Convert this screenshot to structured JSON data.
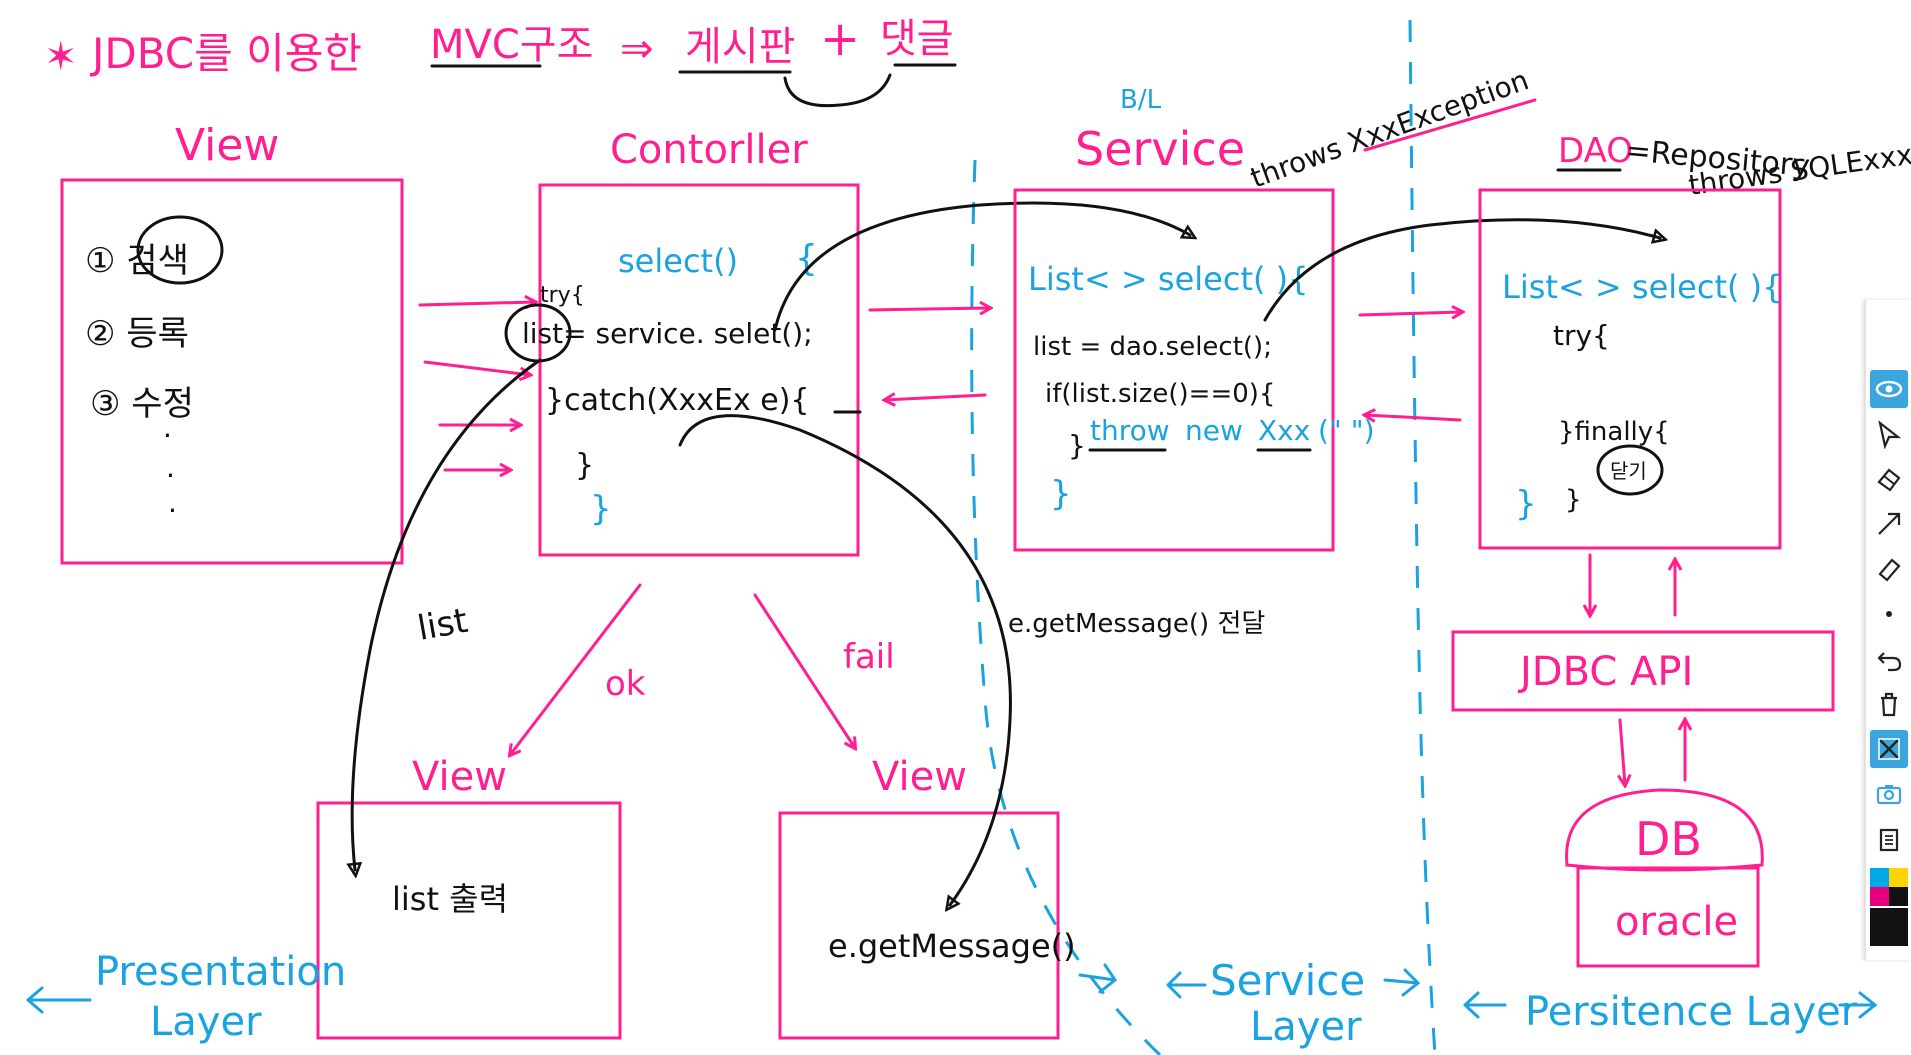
{
  "title": {
    "star": "✶",
    "text": "JDBC를 이용한",
    "mvc": "MVC구조",
    "arrow": "⇒",
    "board": "게시판",
    "plus": "+",
    "comment": "댓글"
  },
  "headers": {
    "view": "View",
    "controller": "Contorller",
    "bl": "B/L",
    "service": "Service",
    "throws_xxx": "throws XxxException",
    "dao": "DAO",
    "dao_eq": "=Repository",
    "throws_sql": "throws SQLExxx"
  },
  "view_box": {
    "items": [
      "① 검색",
      "② 등록",
      "③ 수정",
      "·",
      "·",
      "·"
    ]
  },
  "controller_box": {
    "try": "try{",
    "select": "select()",
    "brace_open": "{",
    "line1": "list= service. selet();",
    "catch": "}catch(XxxEx    e){",
    "close1": "}",
    "close2": "}"
  },
  "service_box": {
    "sig": "List< > select( ){",
    "line1": "list = dao.select();",
    "line2": "if(list.size()==0){",
    "throw_kw": "throw",
    "new_kw": "new",
    "xxx": "Xxx",
    "msg": "(\" \")",
    "close_if": "}",
    "close": "}"
  },
  "dao_box": {
    "sig": "List< > select( ){",
    "try": "try{",
    "finally": "}finally{",
    "close_label": "닫기",
    "close_in": "}",
    "close": "}"
  },
  "labels": {
    "list": "list",
    "ok": "ok",
    "fail": "fail",
    "view_ok": "View",
    "view_fail": "View",
    "list_output": "list 출력",
    "emsg_transfer": "e.getMessage() 전달",
    "emsg": "e.getMessage()",
    "jdbc_api": "JDBC API",
    "db": "DB",
    "oracle": "oracle"
  },
  "layers": {
    "presentation": "Presentation",
    "presentation2": "Layer",
    "service": "Service",
    "service2": "Layer",
    "persistence": "Persitence Layer"
  },
  "toolbar": {
    "tools": [
      "eye-icon",
      "pointer-icon",
      "eraser-icon",
      "arrow-line-icon",
      "marker-icon",
      "dot-icon",
      "undo-icon",
      "trash-icon",
      "clear-icon",
      "camera-icon",
      "clipboard-icon"
    ],
    "active": "eye-icon",
    "colors": [
      "#00a8e8",
      "#ffd400",
      "#e6007e",
      "#111111"
    ]
  },
  "colors": {
    "pink": "#ff1f8f",
    "blue": "#1aa3e0",
    "black": "#111111"
  }
}
